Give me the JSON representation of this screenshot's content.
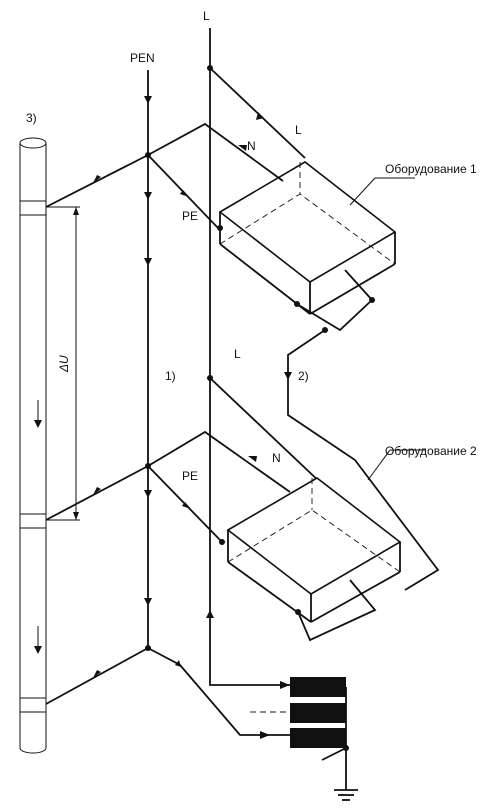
{
  "labels": {
    "phase_top": "L",
    "pen": "PEN",
    "pipe_marker": "3)",
    "n_upper": "N",
    "l_upper": "L",
    "pe_upper": "PE",
    "equipment_1": "Оборудование 1",
    "delta_u": "ΔU",
    "l_middle": "L",
    "marker_1": "1)",
    "marker_2": "2)",
    "n_lower": "N",
    "pe_lower": "PE",
    "equipment_2": "Оборудование 2"
  }
}
